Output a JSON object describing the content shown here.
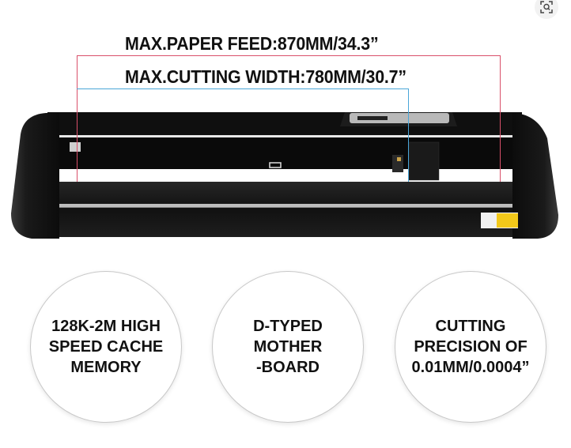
{
  "toolbar": {
    "zoom_icon": "lens-zoom-icon"
  },
  "specs": {
    "paper_feed": "MAX.PAPER FEED:870MM/34.3”",
    "cutting_width": "MAX.CUTTING WIDTH:780MM/30.7”"
  },
  "colors": {
    "paper_feed_line": "#d9506a",
    "cutting_width_line": "#4aa6d8",
    "machine_body": "#141414",
    "warning_label": "#f2c81a"
  },
  "features": [
    {
      "text": "128K-2M HIGH\nSPEED CACHE\nMEMORY"
    },
    {
      "text": "D-TYPED\nMOTHER\n-BOARD"
    },
    {
      "text": "CUTTING\nPRECISION OF\n0.01MM/0.0004”"
    }
  ]
}
